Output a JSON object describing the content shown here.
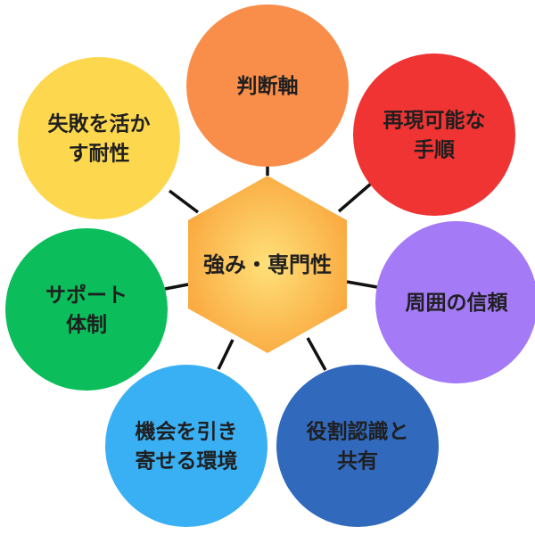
{
  "hub": {
    "label": "強み・専門性"
  },
  "nodes": [
    {
      "lines": [
        "判断軸"
      ],
      "color": "#F98E4A"
    },
    {
      "lines": [
        "再現可能な",
        "手順"
      ],
      "color": "#F03333"
    },
    {
      "lines": [
        "周囲の信頼"
      ],
      "color": "#A47AF7"
    },
    {
      "lines": [
        "役割認識と",
        "共有"
      ],
      "color": "#3169BD"
    },
    {
      "lines": [
        "機会を引き",
        "寄せる環境"
      ],
      "color": "#3AB0F4"
    },
    {
      "lines": [
        "サポート",
        "体制"
      ],
      "color": "#0BBE5B"
    },
    {
      "lines": [
        "失敗を活か",
        "す耐性"
      ],
      "color": "#FDD84E"
    }
  ]
}
